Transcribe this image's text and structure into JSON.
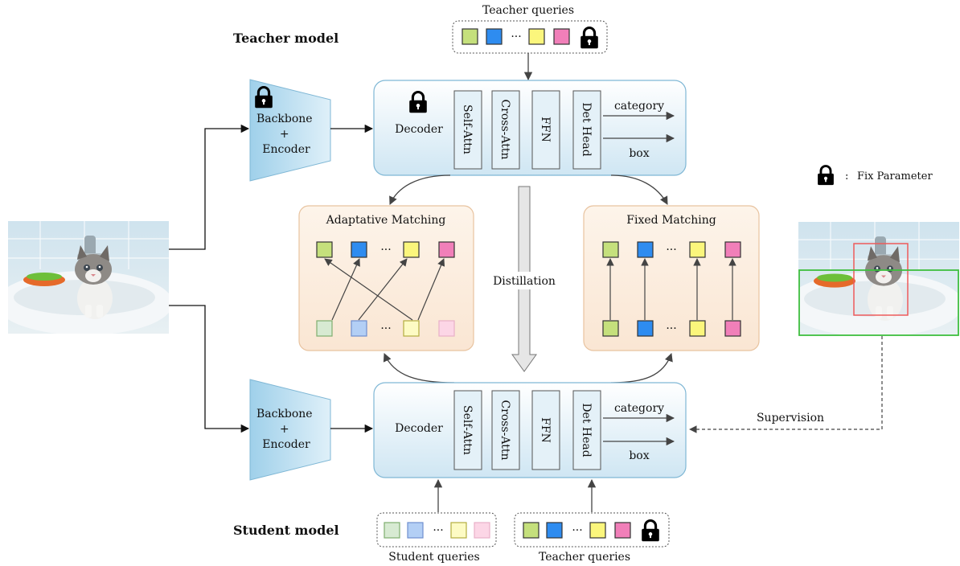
{
  "teacher_section_title": "Teacher model",
  "student_section_title": "Student model",
  "top_queries_label": "Teacher queries",
  "bottom_student_queries_label": "Student queries",
  "bottom_teacher_queries_label": "Teacher queries",
  "backbone_label": [
    "Backbone",
    "+",
    "Encoder"
  ],
  "decoder_label": "Decoder",
  "decoder_blocks": [
    "Self-Attn",
    "Cross-Attn",
    "FFN",
    "Det Head"
  ],
  "output_labels": [
    "category",
    "box"
  ],
  "adaptive_matching_title": "Adaptative Matching",
  "fixed_matching_title": "Fixed Matching",
  "distillation_label": "Distillation",
  "supervision_label": "Supervision",
  "legend": {
    "separator": ":",
    "text": "Fix Parameter",
    "icon": "lock-icon"
  },
  "ellipsis": "···",
  "colors": {
    "query_green": "#c5e07c",
    "query_blue": "#2e8cf0",
    "query_yellow": "#fbf67c",
    "query_pink": "#f17fb9",
    "query_green_light": "#d7ead2",
    "query_blue_light": "#b3cff5",
    "query_yellow_light": "#fdfbc4",
    "query_pink_light": "#fcd6e6",
    "module_fill": "#dcedf7",
    "module_stroke": "#8fc1dc",
    "matching_fill": "#fbecdd",
    "matching_stroke": "#eac7a6",
    "gt_box_red": "#ee5b5b",
    "gt_box_green": "#3fbf3f"
  }
}
